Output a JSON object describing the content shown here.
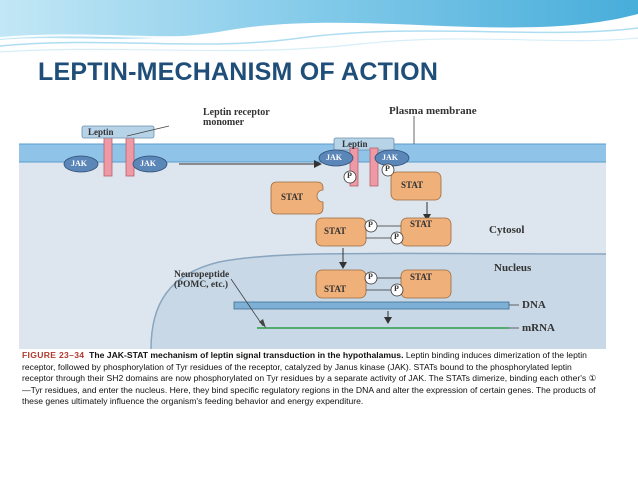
{
  "slide": {
    "title": "LEPTIN-MECHANISM OF ACTION"
  },
  "figure": {
    "labels": {
      "leptin_left": "Leptin",
      "leptin_receptor_monomer": "Leptin receptor\nmonomer",
      "plasma_membrane": "Plasma membrane",
      "leptin_right": "Leptin",
      "jak": "JAK",
      "p": "P",
      "stat": "STAT",
      "cytosol": "Cytosol",
      "nucleus": "Nucleus",
      "neuropeptide": "Neuropeptide\n(POMC, etc.)",
      "dna": "DNA",
      "mrna": "mRNA"
    },
    "caption": {
      "number": "FIGURE 23–34",
      "title": "The JAK-STAT mechanism of leptin signal transduction in the hypothalamus.",
      "body": "Leptin binding induces dimerization of the leptin receptor, followed by phosphorylation of Tyr residues of the receptor, catalyzed by Janus kinase (JAK). STATs bound to the phosphorylated leptin receptor through their SH2 domains are now phosphorylated on Tyr residues by a separate activity of JAK. The STATs dimerize, binding each other's ①—Tyr residues, and enter the nucleus. Here, they bind specific regulatory regions in the DNA and alter the expression of certain genes. The products of these genes ultimately influence the organism's feeding behavior and energy expenditure."
    }
  },
  "colors": {
    "title": "#1f4e79",
    "membrane_blue": "#8fc3e8",
    "cytosol_bg": "#dde6ee",
    "nucleus_bg": "#c8d8e6",
    "stat_fill": "#f0b07a",
    "receptor_fill": "#ee9aa6",
    "jak_fill": "#5b86b8",
    "green": "#2f9a4a"
  }
}
